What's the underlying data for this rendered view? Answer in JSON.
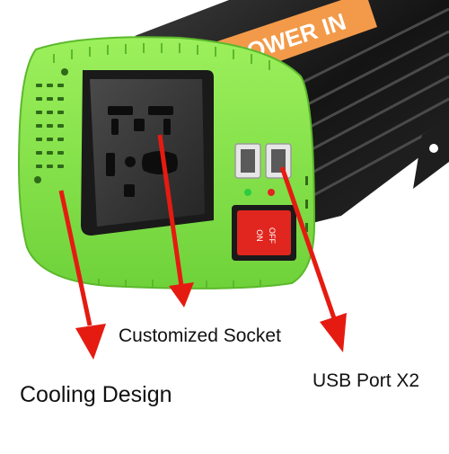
{
  "product": {
    "banner_text": "POWER IN",
    "switch_on_text": "ON",
    "switch_off_text": "OFF"
  },
  "callouts": {
    "socket": "Customized Socket",
    "cooling": "Cooling Design",
    "usb": "USB Port X2"
  },
  "colors": {
    "housing": "#1c1c1c",
    "end_cap": "#86e24a",
    "banner": "#f29a4a",
    "switch": "#e0261f",
    "arrow": "#e51b12",
    "led_green": "#2ecc40",
    "led_red": "#e0261f"
  }
}
